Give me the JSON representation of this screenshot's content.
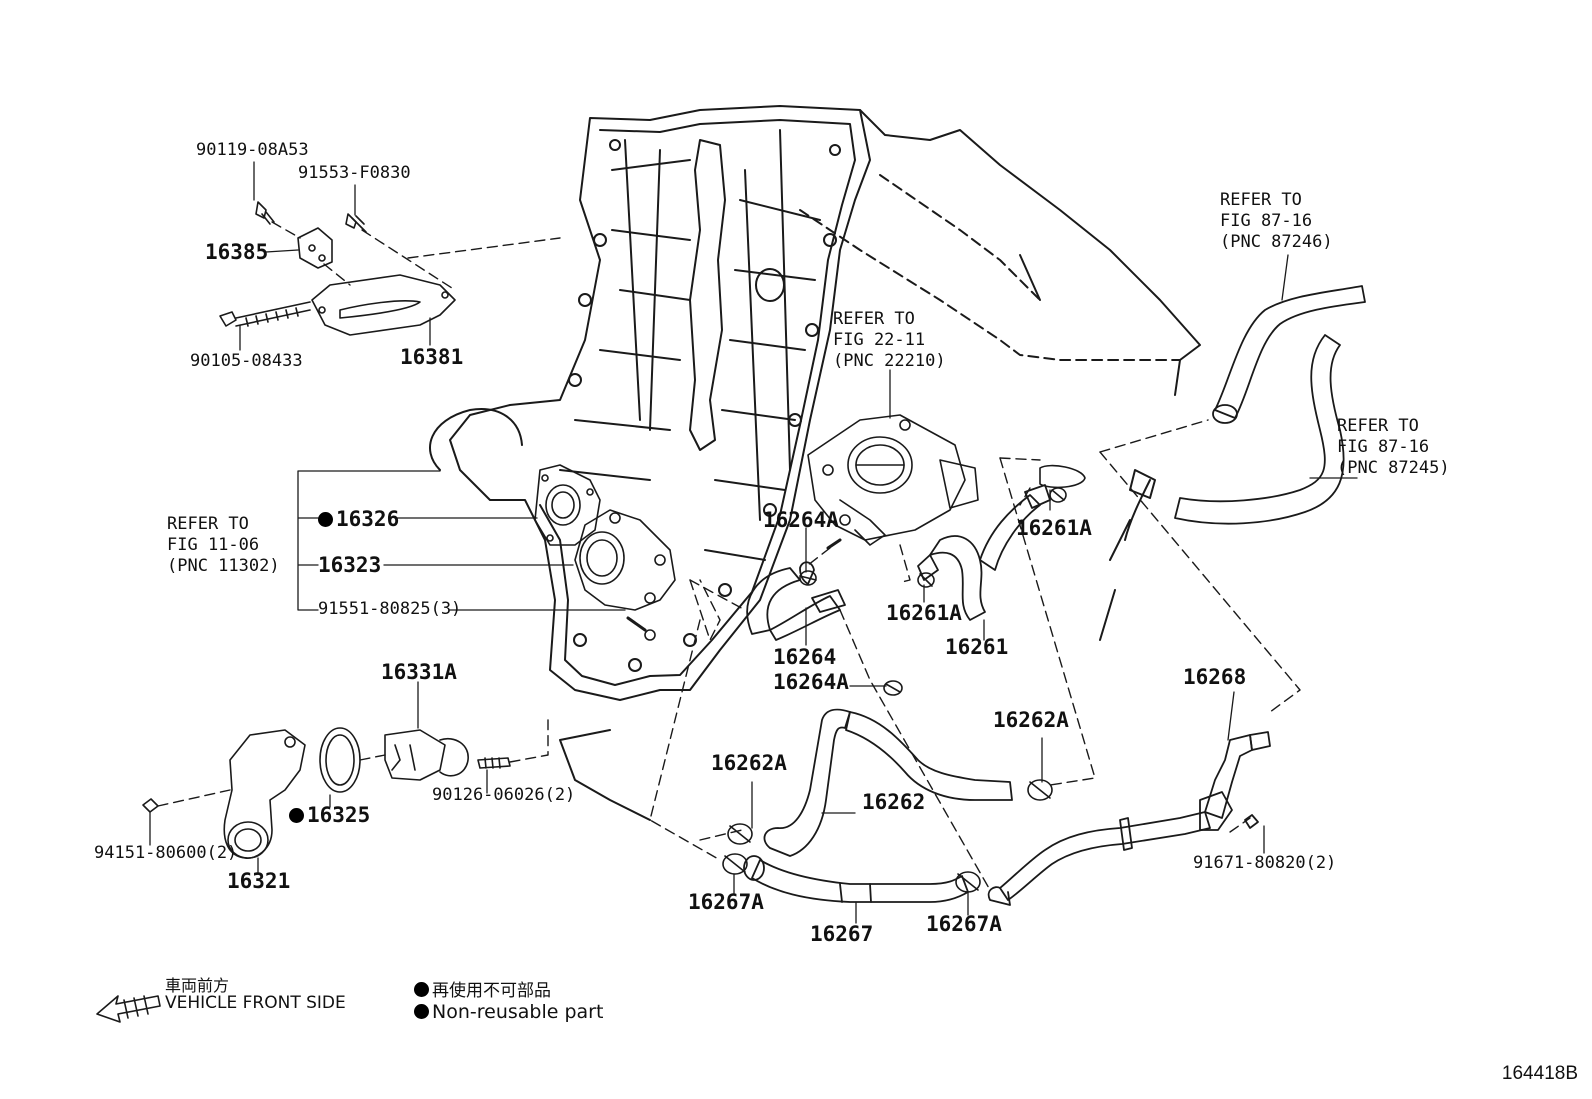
{
  "labels": {
    "bolt_a": "90119-08A53",
    "bolt_b": "91553-F0830",
    "bracket_small": "16385",
    "bracket_main": "16381",
    "bolt_long": "90105-08433",
    "gasket_inlet": "16326",
    "water_inlet_housing": "16323",
    "bolt_housing": "91551-80825(3)",
    "thermostat": "16331A",
    "stud": "90126-06026(2)",
    "nut": "94151-80600(2)",
    "thermostat_gasket": "16325",
    "water_inlet": "16321",
    "clamp_16264a_upper": "16264A",
    "hose_16264": "16264",
    "clamp_16264a_lower": "16264A",
    "clamp_16261a_upper": "16261A",
    "clamp_16261a_lower": "16261A",
    "hose_16261": "16261",
    "clamp_16262a_right": "16262A",
    "clamp_16262a_left": "16262A",
    "hose_16262": "16262",
    "clamp_16267a_left": "16267A",
    "hose_16267": "16267",
    "clamp_16267a_right": "16267A",
    "pipe_16268": "16268",
    "bolt_pipe": "91671-80820(2)"
  },
  "refs": {
    "fig_87_16_top": "REFER TO\nFIG 87-16\n(PNC 87246)",
    "fig_22_11": "REFER TO\nFIG 22-11\n(PNC 22210)",
    "fig_87_16_right": "REFER TO\nFIG 87-16\n(PNC 87245)",
    "fig_11_06": "REFER TO\nFIG 11-06\n(PNC 11302)"
  },
  "legend": {
    "front_jp": "車両前方",
    "front_en": "VEHICLE FRONT SIDE",
    "nonreuse_jp": "再使用不可部品",
    "nonreuse_en": "Non-reusable part"
  },
  "figure_number": "164418B"
}
